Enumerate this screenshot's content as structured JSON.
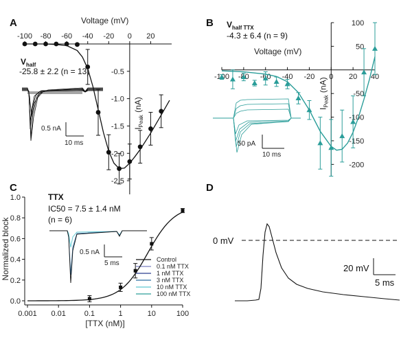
{
  "colors": {
    "panel_b": "#2a9d99",
    "black": "#111111",
    "legend_blue": "#2c6fa3"
  },
  "chart_data": [
    {
      "panel": "A",
      "type": "scatter",
      "title": "",
      "xlabel": "Voltage (mV)",
      "ylabel": "I_Peak (nA)",
      "xlim": [
        -100,
        40
      ],
      "ylim": [
        -2.75,
        0
      ],
      "x_ticks": [
        "-100",
        "-80",
        "-60",
        "-40",
        "-20",
        "0",
        "20"
      ],
      "y_ticks": [
        "-0.5",
        "-1.0",
        "-1.5",
        "-2.0",
        "-2.5"
      ],
      "annotation_title": "V",
      "annotation_sub": "half",
      "annotation_value": "-25.8 ± 2.2 (n = 13)",
      "scale_bar_y": "0.5 nA",
      "scale_bar_x": "10 ms",
      "series": [
        {
          "x": [
            -100,
            -90,
            -80,
            -70,
            -60,
            -50,
            -40,
            -30,
            -20,
            -10,
            0,
            10,
            20,
            30
          ],
          "y": [
            0,
            0,
            0,
            0,
            0,
            -0.01,
            -0.42,
            -1.25,
            -1.98,
            -2.28,
            -2.15,
            -1.88,
            -1.55,
            -1.23
          ],
          "err": [
            0,
            0,
            0,
            0,
            0,
            0.02,
            0.32,
            0.42,
            0.32,
            0.28,
            0.32,
            0.3,
            0.3,
            0.3
          ]
        }
      ],
      "fit": {
        "x": [
          -100,
          -90,
          -80,
          -70,
          -60,
          -50,
          -45,
          -40,
          -35,
          -30,
          -25,
          -20,
          -15,
          -10,
          -5,
          0,
          5,
          10,
          20,
          30,
          38
        ],
        "y": [
          0,
          0,
          0,
          -0.01,
          -0.03,
          -0.12,
          -0.24,
          -0.45,
          -0.78,
          -1.2,
          -1.62,
          -1.96,
          -2.18,
          -2.28,
          -2.27,
          -2.18,
          -2.06,
          -1.93,
          -1.63,
          -1.3,
          -1.03
        ]
      }
    },
    {
      "panel": "B",
      "type": "scatter",
      "title": "",
      "xlabel": "Voltage (mV)",
      "ylabel": "I_Peak (nA)",
      "xlim": [
        -100,
        40
      ],
      "ylim": [
        -230,
        100
      ],
      "x_ticks": [
        "-100",
        "-80",
        "-60",
        "-40",
        "-20",
        "0",
        "20",
        "40"
      ],
      "y_ticks": [
        "100",
        "50",
        "-50",
        "-100",
        "-150",
        "-200"
      ],
      "annotation_title": "V",
      "annotation_sub": "half TTX",
      "annotation_value": "-4.3 ± 6.4 (n = 9)",
      "scale_bar_y": "50 pA",
      "scale_bar_x": "10 ms",
      "series": [
        {
          "x": [
            -100,
            -90,
            -80,
            -70,
            -60,
            -50,
            -40,
            -30,
            -20,
            -10,
            0,
            10,
            20,
            30,
            40
          ],
          "y": [
            -15,
            -20,
            -15,
            -28,
            -18,
            -25,
            -30,
            -60,
            -85,
            -155,
            -165,
            -140,
            -110,
            -5,
            45
          ],
          "err": [
            5,
            20,
            8,
            6,
            14,
            10,
            10,
            12,
            20,
            55,
            60,
            55,
            55,
            50,
            55
          ]
        }
      ],
      "fit": {
        "x": [
          -100,
          -80,
          -60,
          -50,
          -40,
          -30,
          -20,
          -10,
          0,
          5,
          10,
          15,
          20,
          25,
          30,
          35,
          40
        ],
        "y": [
          -2,
          -4,
          -9,
          -14,
          -25,
          -48,
          -85,
          -130,
          -162,
          -170,
          -168,
          -155,
          -132,
          -100,
          -62,
          -20,
          28
        ]
      }
    },
    {
      "panel": "C",
      "type": "line",
      "title": "TTX",
      "xlabel": "[TTX (nM)]",
      "ylabel": "Normalized block",
      "x_scale": "log",
      "xlim": [
        0.001,
        100
      ],
      "ylim": [
        0,
        1
      ],
      "x_ticks": [
        "0.001",
        "0.01",
        "0.1",
        "1",
        "10",
        "100"
      ],
      "y_ticks": [
        "0.0",
        "0.2",
        "0.4",
        "0.6",
        "0.8",
        "1.0"
      ],
      "annotation_value": "IC50 = 7.5 ± 1.4 nM",
      "annotation_n": "(n = 6)",
      "scale_bar_y": "0.5 nA",
      "scale_bar_x": "5 ms",
      "legend": [
        "Control",
        "0.1 nM TTX",
        "1 nM TTX",
        "3 nM TTX",
        "10 nM TTX",
        "100 nM TTX"
      ],
      "legend_position": "lower-middle",
      "series": [
        {
          "x": [
            0.1,
            1,
            3,
            10,
            100
          ],
          "y": [
            0.02,
            0.13,
            0.29,
            0.55,
            0.87
          ],
          "err": [
            0.03,
            0.04,
            0.07,
            0.06,
            0.02
          ]
        }
      ]
    },
    {
      "panel": "D",
      "type": "line",
      "title": "",
      "reference_label": "0 mV",
      "scale_bar_y": "20 mV",
      "scale_bar_x": "5 ms"
    }
  ]
}
